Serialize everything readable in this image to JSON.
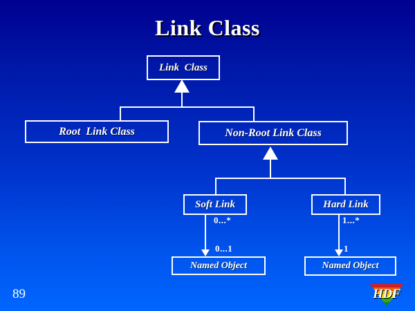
{
  "slide": {
    "title": "Link Class",
    "page_number": "89",
    "background_top_color": "#00008f",
    "background_bottom_color": "#0066ff",
    "line_color": "#ffffff",
    "text_color": "#ffffff"
  },
  "diagram": {
    "type": "uml-class-hierarchy",
    "nodes": [
      {
        "id": "link-class",
        "label": "Link  Class"
      },
      {
        "id": "root-link",
        "label": "Root  Link Class"
      },
      {
        "id": "non-root-link",
        "label": "Non-Root Link Class"
      },
      {
        "id": "soft-link",
        "label": "Soft Link"
      },
      {
        "id": "hard-link",
        "label": "Hard Link"
      },
      {
        "id": "named-object-1",
        "label": "Named Object"
      },
      {
        "id": "named-object-2",
        "label": "Named Object"
      }
    ],
    "multiplicities": {
      "soft_link_source": "0...*",
      "hard_link_source": "1...*",
      "soft_link_target": "0...1",
      "hard_link_target": "1"
    }
  },
  "logo": {
    "text": "HDF",
    "band_colors": [
      "#d41f1f",
      "#e85d10",
      "#f2b90c",
      "#f2e20c",
      "#3fa315",
      "#0f8a1e"
    ]
  }
}
